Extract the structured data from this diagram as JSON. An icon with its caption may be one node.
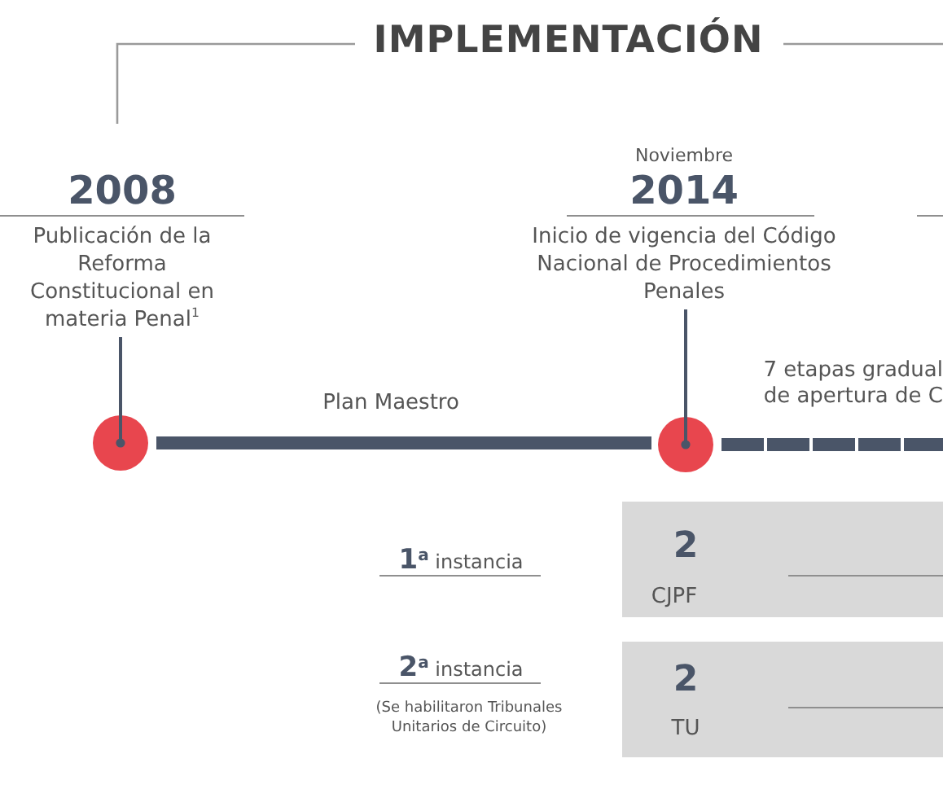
{
  "diagram": {
    "title": "IMPLEMENTACIÓN",
    "nodes": [
      {
        "text": [
          "2008",
          "Publicación de la Reforma Constitucional en materia Penal$^{1}$"
        ]
      },
      {
        "text": [
          "Noviembre",
          "2014",
          "Inicio de vigencia del Código Nacional de Procedimientos Penales"
        ]
      },
      {
        "text": [],
        "shape": "circle"
      },
      {
        "text": [],
        "shape": "circle"
      },
      {
        "text": [
          "2",
          "CJPF"
        ]
      },
      {
        "text": [
          "2",
          "TU"
        ]
      }
    ],
    "edges": [
      {
        "from": 0,
        "to": 2,
        "arrow": "other"
      },
      {
        "from": 1,
        "to": 3,
        "arrow": "other"
      },
      {
        "from": 2,
        "to": 3,
        "arrow": "none",
        "label": "Plan Maestro",
        "style": "thick"
      },
      {
        "from": 3,
        "to": null,
        "arrow": "none",
        "label": "7 etapas gradual de apertura de C",
        "style": "dashed"
      }
    ],
    "labels": [
      "**1**$^{a}$ instancia",
      "**2**$^{a}$ instancia",
      "(Se habilitaron Tribunales Unitarios de Circuito)"
    ]
  }
}
